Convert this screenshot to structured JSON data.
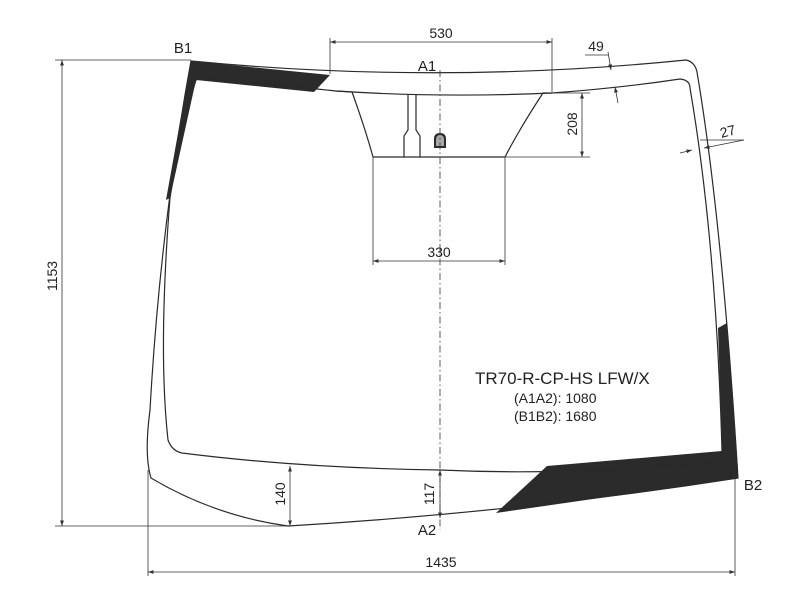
{
  "part": {
    "code": "TR70-R-CP-HS LFW/X",
    "info_a": "(A1A2): 1080",
    "info_b": "(B1B2): 1680"
  },
  "points": {
    "a1": "A1",
    "a2": "A2",
    "b1": "B1",
    "b2": "B2"
  },
  "dimensions": {
    "overall_width": "1435",
    "overall_height": "1153",
    "sensor_top_width": "530",
    "sensor_bottom_width": "330",
    "sensor_height": "208",
    "top_band": "49",
    "side_band": "27",
    "bottom_left": "140",
    "bottom_center": "117"
  },
  "colors": {
    "line": "#2a2a2a",
    "black_print": "#2b2b2b",
    "sensor_fill": "#a7a7a7"
  }
}
